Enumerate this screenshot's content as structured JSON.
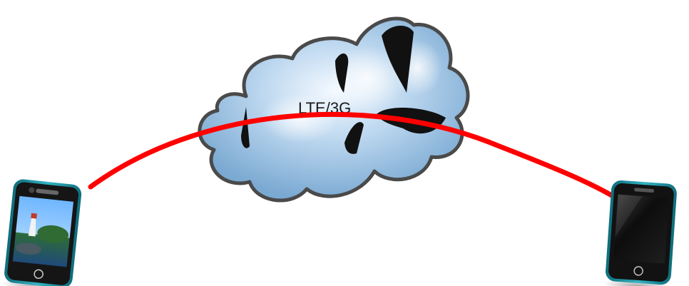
{
  "diagram": {
    "network_label": "LTE/3G",
    "nodes": [
      {
        "id": "sender-phone",
        "kind": "smartphone",
        "screen": "landscape-photo",
        "frame_color": "#1c8fa0"
      },
      {
        "id": "network-cloud",
        "kind": "cloud",
        "label_ref": "network_label",
        "fill": "#9ec6e6",
        "outline": "#4a4a4a"
      },
      {
        "id": "receiver-phone",
        "kind": "smartphone",
        "screen": "dark",
        "frame_color": "#2a8f9a"
      }
    ],
    "edges": [
      {
        "from": "sender-phone",
        "to": "receiver-phone",
        "via": "network-cloud",
        "style": "curved-arrow",
        "color": "#ff0000"
      }
    ]
  }
}
